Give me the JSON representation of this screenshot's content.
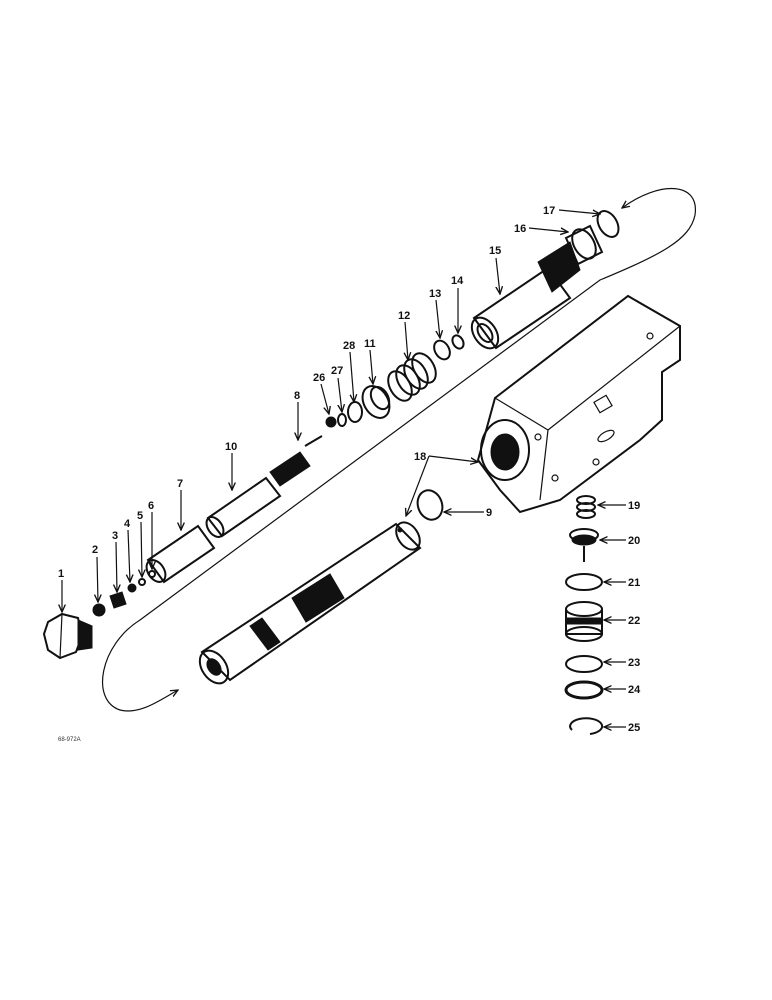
{
  "figure_code": "68-972A",
  "callouts": {
    "c1": "1",
    "c2": "2",
    "c3": "3",
    "c4": "4",
    "c5": "5",
    "c6": "6",
    "c7": "7",
    "c8": "8",
    "c9": "9",
    "c10": "10",
    "c11": "11",
    "c12": "12",
    "c13": "13",
    "c14": "14",
    "c15": "15",
    "c16": "16",
    "c17": "17",
    "c18": "18",
    "c19": "19",
    "c20": "20",
    "c21": "21",
    "c22": "22",
    "c23": "23",
    "c24": "24",
    "c25": "25",
    "c26": "26",
    "c27": "27",
    "c28": "28"
  }
}
